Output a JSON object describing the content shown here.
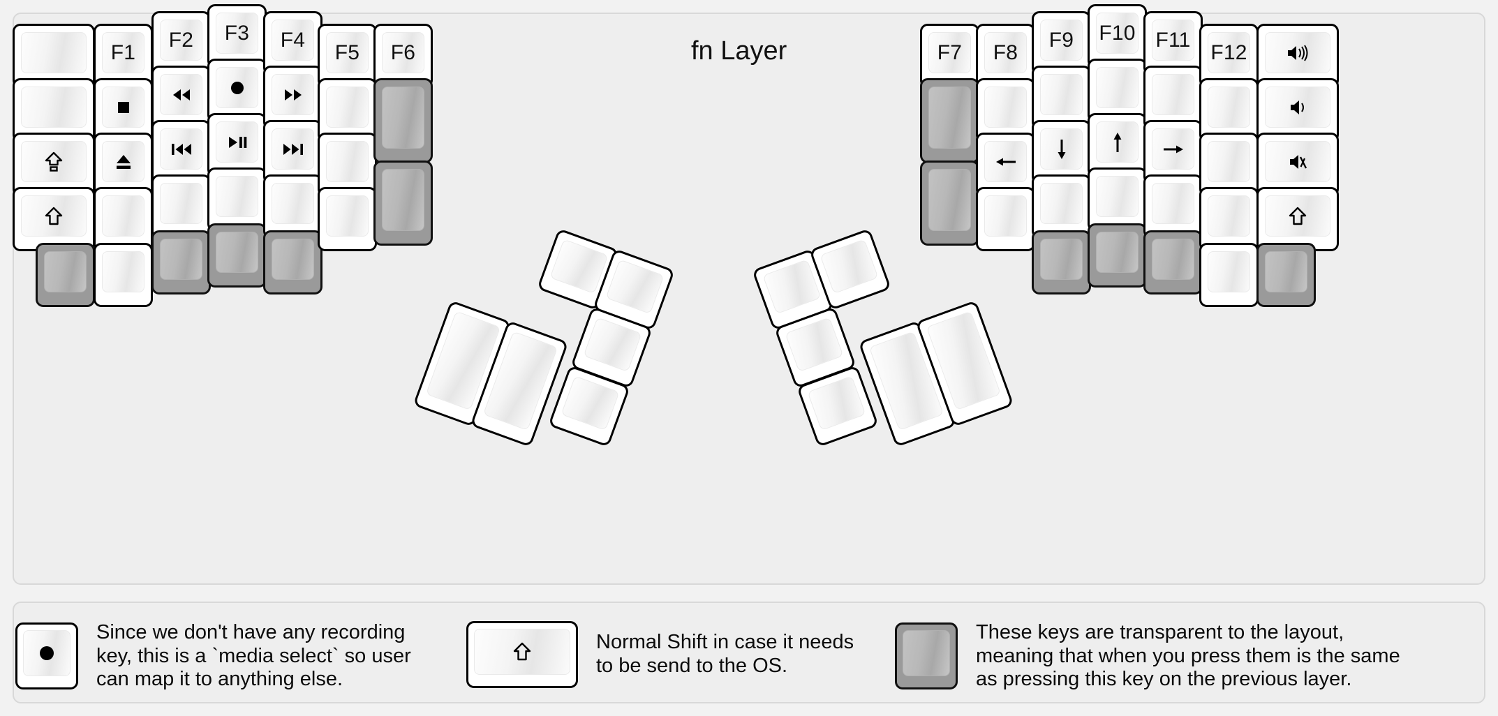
{
  "title": "fn Layer",
  "colors": {
    "background": "#f2f2f2",
    "panel": "#eeeeee",
    "panel_border": "#d8d8d8",
    "key_border": "#000000",
    "key_face": "#ffffff",
    "transparent_key": "#9a9a9a",
    "label": "#111111"
  },
  "left_half": {
    "name": "left-keyboard-half",
    "columns": [
      {
        "name": "col-outer-left",
        "keys": [
          {
            "label": "",
            "icon": "",
            "type": "blank"
          },
          {
            "label": "",
            "icon": "",
            "type": "blank"
          },
          {
            "label": "",
            "icon": "caps-lock-icon",
            "type": "blank"
          },
          {
            "label": "",
            "icon": "shift-icon",
            "type": "blank"
          },
          {
            "label": "",
            "icon": "",
            "type": "transparent"
          }
        ]
      },
      {
        "name": "col-f1",
        "keys": [
          {
            "label": "F1",
            "icon": "",
            "type": "normal"
          },
          {
            "label": "",
            "icon": "media-stop-icon",
            "type": "normal"
          },
          {
            "label": "",
            "icon": "media-eject-icon",
            "type": "normal"
          },
          {
            "label": "",
            "icon": "",
            "type": "blank"
          },
          {
            "label": "",
            "icon": "",
            "type": "blank"
          }
        ]
      },
      {
        "name": "col-f2",
        "keys": [
          {
            "label": "F2",
            "icon": "",
            "type": "normal"
          },
          {
            "label": "",
            "icon": "media-rewind-icon",
            "type": "normal"
          },
          {
            "label": "",
            "icon": "media-previous-icon",
            "type": "normal"
          },
          {
            "label": "",
            "icon": "",
            "type": "blank"
          },
          {
            "label": "",
            "icon": "",
            "type": "transparent"
          }
        ]
      },
      {
        "name": "col-f3",
        "keys": [
          {
            "label": "F3",
            "icon": "",
            "type": "normal"
          },
          {
            "label": "",
            "icon": "media-record-icon",
            "type": "normal"
          },
          {
            "label": "",
            "icon": "media-play-pause-icon",
            "type": "normal"
          },
          {
            "label": "",
            "icon": "",
            "type": "blank"
          },
          {
            "label": "",
            "icon": "",
            "type": "transparent"
          }
        ]
      },
      {
        "name": "col-f4",
        "keys": [
          {
            "label": "F4",
            "icon": "",
            "type": "normal"
          },
          {
            "label": "",
            "icon": "media-fast-forward-icon",
            "type": "normal"
          },
          {
            "label": "",
            "icon": "media-next-icon",
            "type": "normal"
          },
          {
            "label": "",
            "icon": "",
            "type": "blank"
          },
          {
            "label": "",
            "icon": "",
            "type": "transparent"
          }
        ]
      },
      {
        "name": "col-f5",
        "keys": [
          {
            "label": "F5",
            "icon": "",
            "type": "normal"
          },
          {
            "label": "",
            "icon": "",
            "type": "blank"
          },
          {
            "label": "",
            "icon": "",
            "type": "blank"
          },
          {
            "label": "",
            "icon": "",
            "type": "blank"
          }
        ]
      },
      {
        "name": "col-f6",
        "keys": [
          {
            "label": "F6",
            "icon": "",
            "type": "normal"
          },
          {
            "label": "",
            "icon": "",
            "type": "transparent"
          },
          {
            "label": "",
            "icon": "",
            "type": "transparent"
          }
        ]
      }
    ],
    "thumb_cluster": {
      "name": "left-thumb-cluster",
      "keys": [
        {
          "label": "",
          "icon": "",
          "type": "blank"
        },
        {
          "label": "",
          "icon": "",
          "type": "blank"
        },
        {
          "label": "",
          "icon": "",
          "type": "blank"
        },
        {
          "label": "",
          "icon": "",
          "type": "blank"
        },
        {
          "label": "",
          "icon": "",
          "type": "blank"
        },
        {
          "label": "",
          "icon": "",
          "type": "blank"
        }
      ]
    }
  },
  "right_half": {
    "name": "right-keyboard-half",
    "columns": [
      {
        "name": "col-f7",
        "keys": [
          {
            "label": "F7",
            "icon": "",
            "type": "normal"
          },
          {
            "label": "",
            "icon": "",
            "type": "transparent"
          },
          {
            "label": "",
            "icon": "",
            "type": "transparent"
          }
        ]
      },
      {
        "name": "col-f8",
        "keys": [
          {
            "label": "F8",
            "icon": "",
            "type": "normal"
          },
          {
            "label": "",
            "icon": "",
            "type": "blank"
          },
          {
            "label": "",
            "icon": "arrow-left-icon",
            "type": "normal"
          },
          {
            "label": "",
            "icon": "",
            "type": "blank"
          }
        ]
      },
      {
        "name": "col-f9",
        "keys": [
          {
            "label": "F9",
            "icon": "",
            "type": "normal"
          },
          {
            "label": "",
            "icon": "",
            "type": "blank"
          },
          {
            "label": "",
            "icon": "arrow-down-icon",
            "type": "normal"
          },
          {
            "label": "",
            "icon": "",
            "type": "blank"
          },
          {
            "label": "",
            "icon": "",
            "type": "transparent"
          }
        ]
      },
      {
        "name": "col-f10",
        "keys": [
          {
            "label": "F10",
            "icon": "",
            "type": "normal"
          },
          {
            "label": "",
            "icon": "",
            "type": "blank"
          },
          {
            "label": "",
            "icon": "arrow-up-icon",
            "type": "normal"
          },
          {
            "label": "",
            "icon": "",
            "type": "blank"
          },
          {
            "label": "",
            "icon": "",
            "type": "transparent"
          }
        ]
      },
      {
        "name": "col-f11",
        "keys": [
          {
            "label": "F11",
            "icon": "",
            "type": "normal"
          },
          {
            "label": "",
            "icon": "",
            "type": "blank"
          },
          {
            "label": "",
            "icon": "arrow-right-icon",
            "type": "normal"
          },
          {
            "label": "",
            "icon": "",
            "type": "blank"
          },
          {
            "label": "",
            "icon": "",
            "type": "transparent"
          }
        ]
      },
      {
        "name": "col-f12",
        "keys": [
          {
            "label": "F12",
            "icon": "",
            "type": "normal"
          },
          {
            "label": "",
            "icon": "",
            "type": "blank"
          },
          {
            "label": "",
            "icon": "",
            "type": "blank"
          },
          {
            "label": "",
            "icon": "",
            "type": "blank"
          },
          {
            "label": "",
            "icon": "",
            "type": "blank"
          }
        ]
      },
      {
        "name": "col-outer-right",
        "keys": [
          {
            "label": "",
            "icon": "volume-up-icon",
            "type": "normal"
          },
          {
            "label": "",
            "icon": "volume-down-icon",
            "type": "normal"
          },
          {
            "label": "",
            "icon": "volume-mute-icon",
            "type": "normal"
          },
          {
            "label": "",
            "icon": "shift-icon",
            "type": "normal"
          },
          {
            "label": "",
            "icon": "",
            "type": "transparent"
          }
        ]
      }
    ],
    "thumb_cluster": {
      "name": "right-thumb-cluster",
      "keys": [
        {
          "label": "",
          "icon": "",
          "type": "blank"
        },
        {
          "label": "",
          "icon": "",
          "type": "blank"
        },
        {
          "label": "",
          "icon": "",
          "type": "blank"
        },
        {
          "label": "",
          "icon": "",
          "type": "blank"
        },
        {
          "label": "",
          "icon": "",
          "type": "blank"
        },
        {
          "label": "",
          "icon": "",
          "type": "blank"
        }
      ]
    }
  },
  "legend": [
    {
      "icon": "media-record-icon",
      "key_style": "normal",
      "text": "Since we don't have any recording\nkey, this is a `media select` so user\ncan map it to anything else."
    },
    {
      "icon": "shift-icon",
      "key_style": "normal-wide",
      "text": "Normal Shift in case it needs\nto be send to the OS."
    },
    {
      "icon": "",
      "key_style": "transparent",
      "text": "These keys are transparent to the layout,\nmeaning that when you press them is the same\nas pressing this key on the previous layer."
    }
  ]
}
